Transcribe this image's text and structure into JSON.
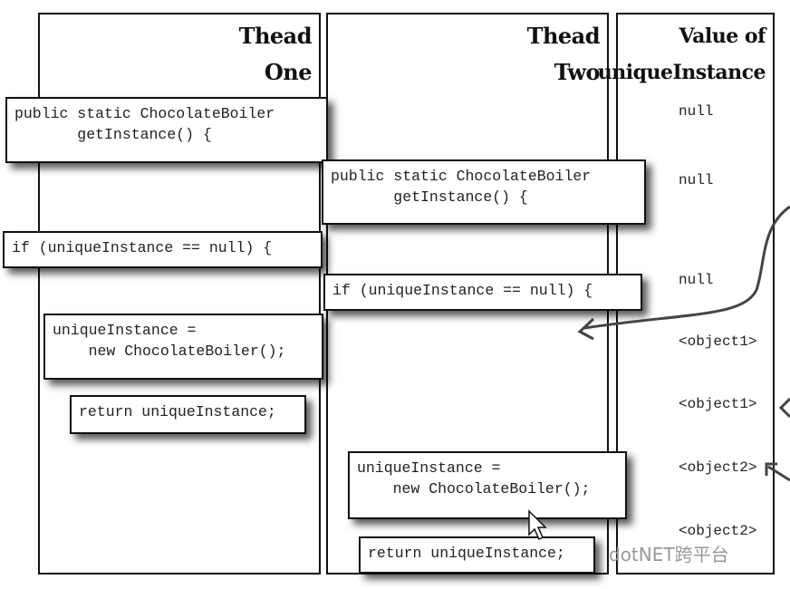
{
  "columns": {
    "thread_one": "Thead\nOne",
    "thread_two": "Thead\nTwo",
    "value": "Value of\nuniqueInstance"
  },
  "thread_one": [
    "public static ChocolateBoiler\n       getInstance() {",
    "if (uniqueInstance == null) {",
    "uniqueInstance =\n    new ChocolateBoiler();",
    "return uniqueInstance;"
  ],
  "thread_two": [
    "public static ChocolateBoiler\n       getInstance() {",
    "if (uniqueInstance == null) {",
    "uniqueInstance =\n    new ChocolateBoiler();",
    "return uniqueInstance;"
  ],
  "values": [
    "null",
    "null",
    "null",
    "<object1>",
    "<object1>",
    "<object2>",
    "<object2>"
  ],
  "watermark": "dotNET跨平台"
}
